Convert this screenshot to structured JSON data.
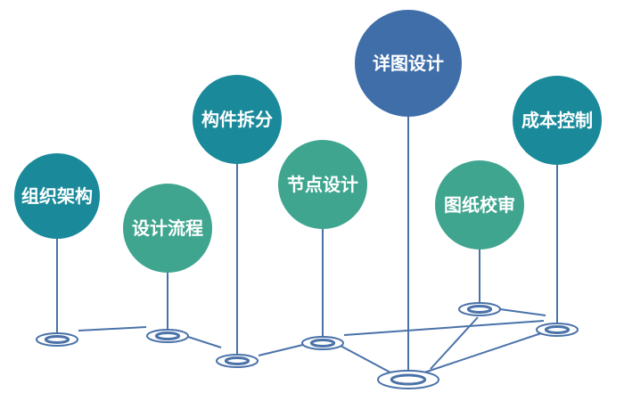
{
  "colors": {
    "teal_dark": "#1a8a9b",
    "teal_light": "#3fa58f",
    "blue": "#3f6ea9",
    "line": "#4a72a8",
    "text": "#ffffff",
    "background": "#ffffff"
  },
  "nodes": [
    {
      "id": "org",
      "label": "组织架构",
      "color": "#1a8a9b"
    },
    {
      "id": "flow",
      "label": "设计流程",
      "color": "#3fa58f"
    },
    {
      "id": "split",
      "label": "构件拆分",
      "color": "#1a8a9b"
    },
    {
      "id": "joint",
      "label": "节点设计",
      "color": "#3fa58f"
    },
    {
      "id": "detail",
      "label": "详图设计",
      "color": "#3f6ea9"
    },
    {
      "id": "review",
      "label": "图纸校审",
      "color": "#3fa58f"
    },
    {
      "id": "cost",
      "label": "成本控制",
      "color": "#1a8a9b"
    }
  ]
}
